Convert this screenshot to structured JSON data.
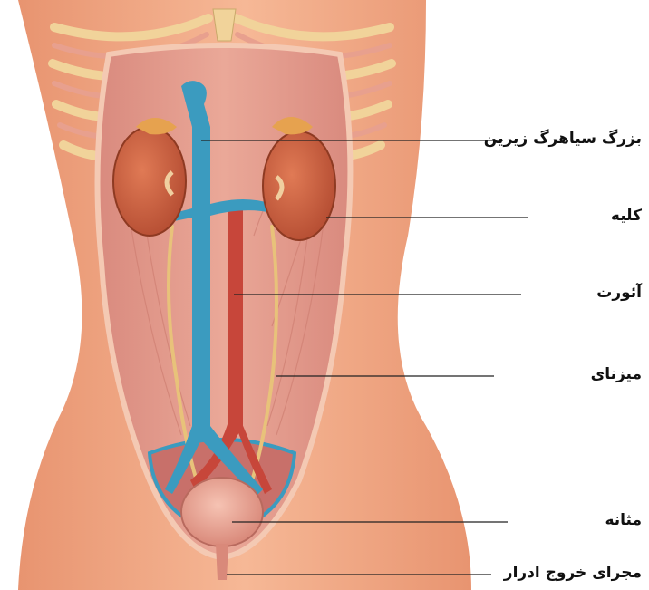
{
  "diagram": {
    "labels": [
      {
        "id": "inferior-vena-cava",
        "text": "بزرگ سیاهرگ زیرین"
      },
      {
        "id": "kidney",
        "text": "کلیه"
      },
      {
        "id": "aorta",
        "text": "آئورت"
      },
      {
        "id": "ureter",
        "text": "میزنای"
      },
      {
        "id": "bladder",
        "text": "مثانه"
      },
      {
        "id": "urethra",
        "text": "مجرای خروج ادرار"
      }
    ]
  },
  "colors": {
    "skin": "#f2a783",
    "muscle": "#e79a86",
    "kidney": "#c9583a",
    "vein": "#3b9bbf",
    "artery": "#c7463a",
    "ureter": "#e8c27a",
    "leader": "#222222"
  }
}
